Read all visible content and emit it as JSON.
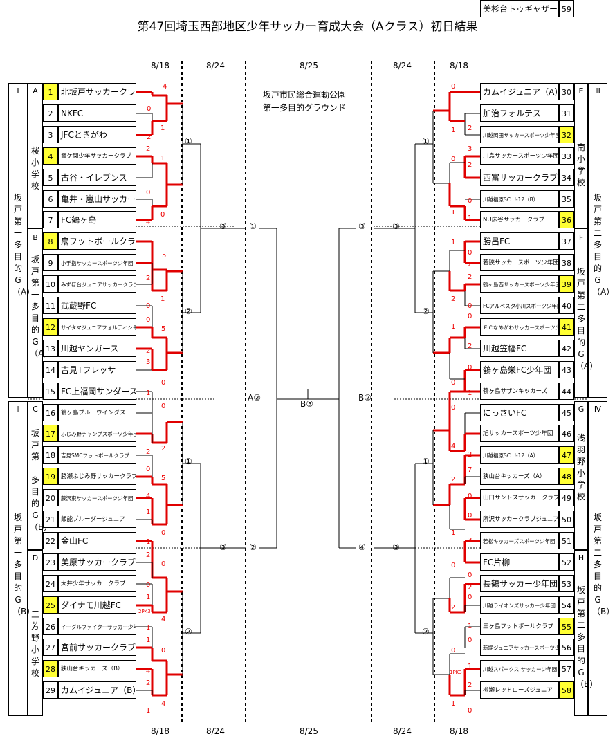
{
  "title": "第47回埼玉西部地区少年サッカー育成大会（Aクラス）初日結果",
  "dates": {
    "d1": "8/18",
    "d2": "8/24",
    "d3": "8/25"
  },
  "venue": {
    "line1": "坂戸市民総合運動公園",
    "line2": "第一多目的グラウンド"
  },
  "blocks": {
    "I": {
      "roman": "Ⅰ",
      "left_venue": "坂戸第一多目的G（A）"
    },
    "II": {
      "roman": "Ⅱ",
      "left_venue": "坂戸第一多目的G（B）"
    },
    "III": {
      "roman": "Ⅲ",
      "right_venue": "坂戸第二多目的G（A）"
    },
    "IV": {
      "roman": "Ⅳ",
      "right_venue": "坂戸第二多目的G（B）"
    }
  },
  "groups": {
    "A": {
      "letter": "A",
      "venue": "桜小学校"
    },
    "B": {
      "letter": "B",
      "venue": "坂戸第一多目的G（A）"
    },
    "C": {
      "letter": "C",
      "venue": "坂戸第一多目的G（B）"
    },
    "D": {
      "letter": "D",
      "venue": "三芳野小学校"
    },
    "E": {
      "letter": "E",
      "venue": "南小学校"
    },
    "F": {
      "letter": "F",
      "venue": "坂戸第二多目的G（A）"
    },
    "G": {
      "letter": "G",
      "venue": "浅羽野小学校"
    },
    "H": {
      "letter": "H",
      "venue": "坂戸第二多目的G（B）"
    }
  },
  "left_teams": [
    {
      "no": "1",
      "name": "北坂戸サッカークラブ",
      "seed": true
    },
    {
      "no": "2",
      "name": "NKFC"
    },
    {
      "no": "3",
      "name": "JFCときがわ"
    },
    {
      "no": "4",
      "name": "霞ケ関少年サッカークラブ",
      "seed": true
    },
    {
      "no": "5",
      "name": "古谷・イレブンス"
    },
    {
      "no": "6",
      "name": "亀井・嵐山サッカー"
    },
    {
      "no": "7",
      "name": "FC鶴ヶ島"
    },
    {
      "no": "8",
      "name": "扇フットボールクラブ",
      "seed": true
    },
    {
      "no": "9",
      "name": "小手指サッカースポーツ少年団"
    },
    {
      "no": "10",
      "name": "みずほ台ジュニアサッカークラブ"
    },
    {
      "no": "11",
      "name": "武蔵野FC"
    },
    {
      "no": "12",
      "name": "サイタマジュニアフォルティシモ",
      "seed": true
    },
    {
      "no": "13",
      "name": "川越ヤンガース"
    },
    {
      "no": "14",
      "name": "吉見Tフレッサ"
    },
    {
      "no": "15",
      "name": "FC上福岡サンダース"
    },
    {
      "no": "16",
      "name": "鶴ヶ島ブルーウイングス"
    },
    {
      "no": "17",
      "name": "ふじみ野チャンプスポーツ少年団",
      "seed": true
    },
    {
      "no": "18",
      "name": "吉見SMCフットボールクラブ"
    },
    {
      "no": "19",
      "name": "勝瀬ふじみ野サッカークラブ",
      "seed": true
    },
    {
      "no": "20",
      "name": "藤沢東サッカースポーツ少年団"
    },
    {
      "no": "21",
      "name": "飯能ブルーダージュニア"
    },
    {
      "no": "22",
      "name": "金山FC"
    },
    {
      "no": "23",
      "name": "美原サッカークラブ"
    },
    {
      "no": "24",
      "name": "大井少年サッカークラブ"
    },
    {
      "no": "25",
      "name": "ダイナモ川越FC",
      "seed": true
    },
    {
      "no": "26",
      "name": "イーグルファイターサッカー少年団"
    },
    {
      "no": "27",
      "name": "宮前サッカークラブ"
    },
    {
      "no": "28",
      "name": "狭山台キッカーズ（B）",
      "seed": true
    },
    {
      "no": "29",
      "name": "カムイジュニア（B）"
    }
  ],
  "right_teams": [
    {
      "no": "30",
      "name": "カムイジュニア（A）"
    },
    {
      "no": "31",
      "name": "加治フォルテス"
    },
    {
      "no": "32",
      "name": "川越岡田サッカースポーツ少年団",
      "seed": true
    },
    {
      "no": "33",
      "name": "川島サッカースポーツ少年団"
    },
    {
      "no": "34",
      "name": "西富サッカークラブ"
    },
    {
      "no": "35",
      "name": "川越福原SC U-12（B）"
    },
    {
      "no": "36",
      "name": "NU広谷サッカークラブ",
      "seed": true
    },
    {
      "no": "37",
      "name": "勝呂FC"
    },
    {
      "no": "38",
      "name": "若狭サッカースポーツ少年団"
    },
    {
      "no": "39",
      "name": "鶴ヶ島西サッカースポーツ少年団",
      "seed": true
    },
    {
      "no": "40",
      "name": "FCアルベスタ小川スポーツ少年団"
    },
    {
      "no": "41",
      "name": "ＦＣなめがわサッカースポーツ少年団",
      "seed": true
    },
    {
      "no": "42",
      "name": "川越笠幡FC"
    },
    {
      "no": "43",
      "name": "鶴ヶ島栄FC少年団"
    },
    {
      "no": "44",
      "name": "鶴ヶ島サザンキッカーズ"
    },
    {
      "no": "45",
      "name": "にっさいFC"
    },
    {
      "no": "46",
      "name": "旭サッカースポーツ少年団"
    },
    {
      "no": "47",
      "name": "川越福原SC U-12（A）",
      "seed": true
    },
    {
      "no": "48",
      "name": "狭山台キッカーズ（A）",
      "seed": true
    },
    {
      "no": "49",
      "name": "山口サントスサッカークラブ"
    },
    {
      "no": "50",
      "name": "所沢サッカークラブジュニア"
    },
    {
      "no": "51",
      "name": "若松キッカーズスポーツ少年団"
    },
    {
      "no": "52",
      "name": "FC片柳"
    },
    {
      "no": "53",
      "name": "長鶴サッカー少年団"
    },
    {
      "no": "54",
      "name": "川越ライオンズサッカー少年団"
    },
    {
      "no": "55",
      "name": "三ヶ島フットボールクラブ",
      "seed": true
    },
    {
      "no": "56",
      "name": "新堀ジュニアサッカースポーツ少年団"
    },
    {
      "no": "57",
      "name": "川越スパークス サッカー少年団"
    },
    {
      "no": "58",
      "name": "柳瀬レッドローズジュニア",
      "seed": true
    },
    {
      "no": "59",
      "name": "美杉台トゥギャザー"
    }
  ],
  "round_labels": {
    "r1": "①",
    "r2": "②",
    "r3": "③",
    "r4": "④",
    "r5": "⑤",
    "a2": "A②",
    "b2": "B②",
    "b5": "B⑤"
  },
  "score_labels": {
    "pk3": "2PK3",
    "pk1": "1PK3"
  },
  "colors": {
    "win": "#e00000",
    "highlight": "#ffff33"
  }
}
